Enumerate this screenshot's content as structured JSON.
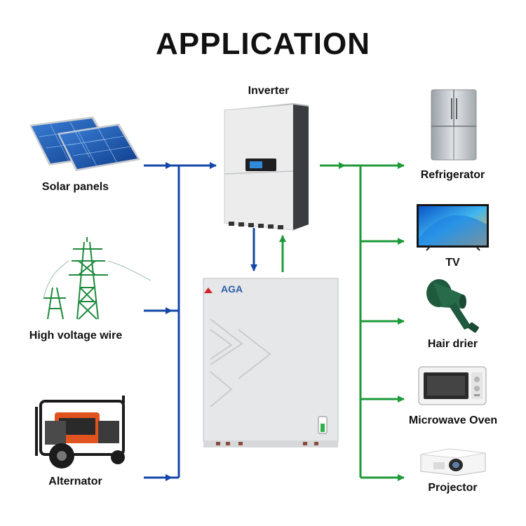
{
  "title": "APPLICATION",
  "inverter": {
    "label": "Inverter"
  },
  "battery": {
    "brand": "AGA"
  },
  "sources": [
    {
      "label": "Solar panels",
      "icon": "solar-panel-icon"
    },
    {
      "label": "High voltage wire",
      "icon": "transmission-tower-icon"
    },
    {
      "label": "Alternator",
      "icon": "generator-icon"
    }
  ],
  "loads": [
    {
      "label": "Refrigerator",
      "icon": "refrigerator-icon"
    },
    {
      "label": "TV",
      "icon": "tv-icon"
    },
    {
      "label": "Hair drier",
      "icon": "hair-dryer-icon"
    },
    {
      "label": "Microwave Oven",
      "icon": "microwave-oven-icon"
    },
    {
      "label": "Projector",
      "icon": "projector-icon"
    }
  ],
  "colors": {
    "input_line": "#1446a8",
    "output_line": "#1f9a3a",
    "battery_status": "#2eb34a"
  }
}
